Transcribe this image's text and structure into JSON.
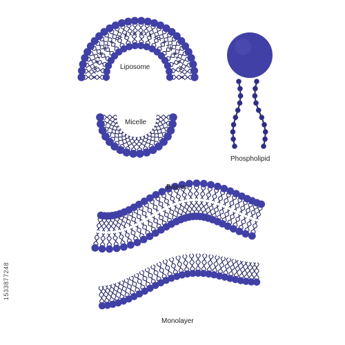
{
  "labels": {
    "liposome": "Liposome",
    "micelle": "Micelle",
    "phospholipid": "Phospholipid",
    "bilayer": "Bilayer",
    "monolayer": "Monolayer"
  },
  "watermark": {
    "stock_id": "1533877248"
  },
  "colors": {
    "head": "#4040a6",
    "head_dark": "#2e2e86",
    "tail": "#2a2a66",
    "label": "#222222"
  }
}
